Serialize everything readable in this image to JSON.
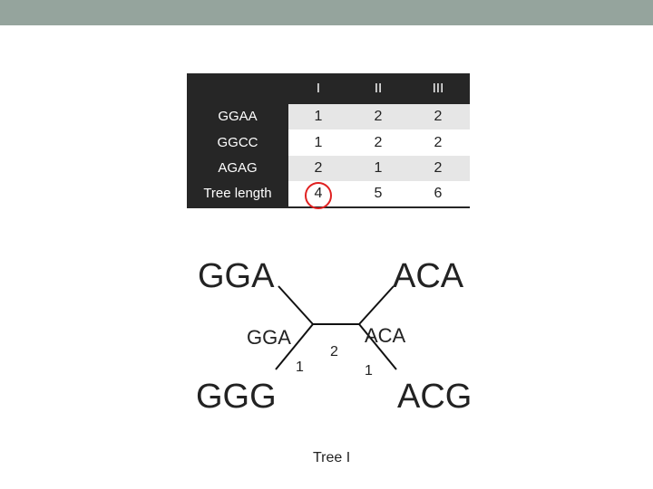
{
  "table": {
    "columns": [
      "I",
      "II",
      "III"
    ],
    "rows": [
      {
        "label": "GGAA",
        "values": [
          "1",
          "2",
          "2"
        ]
      },
      {
        "label": "GGCC",
        "values": [
          "1",
          "2",
          "2"
        ]
      },
      {
        "label": "AGAG",
        "values": [
          "2",
          "1",
          "2"
        ]
      },
      {
        "label": "Tree length",
        "values": [
          "4",
          "5",
          "6"
        ]
      }
    ]
  },
  "highlight": {
    "row": 3,
    "column": 0,
    "color": "#e02020"
  },
  "tree": {
    "leaves": {
      "top_left": "GGA",
      "top_right": "ACA",
      "bottom_left": "GGG",
      "bottom_right": "ACG"
    },
    "internal_nodes": {
      "left": "GGA",
      "right": "ACA"
    },
    "branch_lengths": {
      "left_lower": "1",
      "middle": "2",
      "right_lower": "1"
    },
    "caption": "Tree I"
  },
  "colors": {
    "header_bar": "#95a49d",
    "table_header": "#262626",
    "row_shade": "#e6e6e6"
  }
}
